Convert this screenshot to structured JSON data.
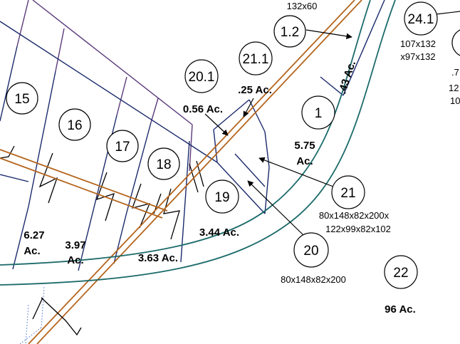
{
  "colors": {
    "road": "#b5651d",
    "river": "#1d6b6b",
    "boundary_blue": "#1a2a6c",
    "boundary_purple": "#5a3a7a",
    "ink": "#000000"
  },
  "lots": [
    {
      "id": "lot-15",
      "label": "15"
    },
    {
      "id": "lot-16",
      "label": "16"
    },
    {
      "id": "lot-17",
      "label": "17"
    },
    {
      "id": "lot-18",
      "label": "18"
    },
    {
      "id": "lot-19",
      "label": "19"
    },
    {
      "id": "lot-20",
      "label": "20"
    },
    {
      "id": "lot-20-1",
      "label": "20.1"
    },
    {
      "id": "lot-21",
      "label": "21"
    },
    {
      "id": "lot-21-1",
      "label": "21.1"
    },
    {
      "id": "lot-1",
      "label": "1"
    },
    {
      "id": "lot-1-2",
      "label": "1.2"
    },
    {
      "id": "lot-22",
      "label": "22"
    },
    {
      "id": "lot-24-1",
      "label": "24.1"
    }
  ],
  "acreages": {
    "a_627": "6.27",
    "a_627_unit": "Ac.",
    "a_397": "3.97",
    "a_397_unit": "Ac.",
    "a_363": "3.63 Ac.",
    "a_344": "3.44 Ac.",
    "a_056": "0.56 Ac.",
    "a_025": ".25 Ac.",
    "a_575": "5.75",
    "a_575_unit": "Ac.",
    "a_043": ".43 Ac.",
    "a_96": "96 Ac."
  },
  "dimensions": {
    "top": "132x60",
    "lot241_a": "107x132",
    "lot241_b": "x97x132",
    "lot21_a": "80x148x82x200x",
    "lot21_b": "122x99x82x102",
    "lot20": "80x148x82x200",
    "edge_a": ".7",
    "edge_b": "12",
    "edge_c": "10"
  }
}
